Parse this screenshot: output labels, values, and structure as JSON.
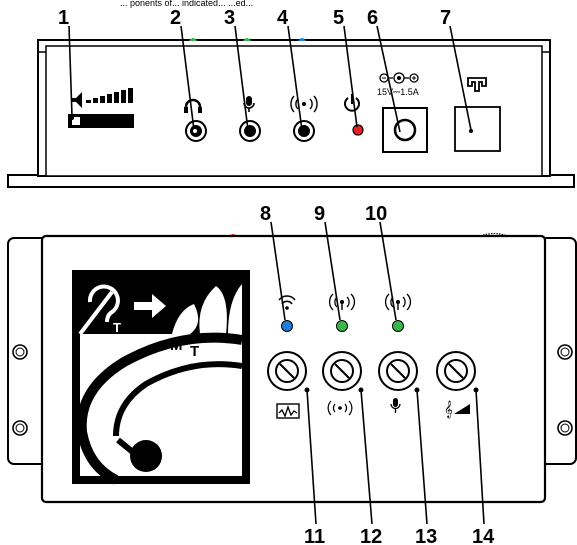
{
  "top_header": {
    "partial_text": "... ponents of... indicated... ...ed..."
  },
  "callouts_top": [
    "1",
    "2",
    "3",
    "4",
    "5",
    "6",
    "7"
  ],
  "callouts_bottom_upper": [
    "8",
    "9",
    "10"
  ],
  "callouts_bottom_lower": [
    "11",
    "12",
    "13",
    "14"
  ],
  "power_label": "15V⎓1.5A",
  "tcoil_labels": {
    "t_small": "T",
    "m": "M",
    "t": "T"
  },
  "colors": {
    "led_power": "#e8202a",
    "led_wifi": "#1f7fd6",
    "led_green": "#39b54a",
    "ink": "#000000",
    "panel_fill": "#ffffff"
  },
  "icons": {
    "volume_bar": "volume-bar-icon",
    "headphones": "headphones-icon",
    "microphone": "microphone-icon",
    "transmit": "transmit-icon",
    "power": "power-icon",
    "dc_polarity": "dc-polarity-icon",
    "tcoil_port": "t-port-icon",
    "wifi": "wifi-icon",
    "broadcast": "broadcast-icon",
    "equalizer": "equalizer-icon",
    "treble_volume": "treble-volume-icon"
  }
}
